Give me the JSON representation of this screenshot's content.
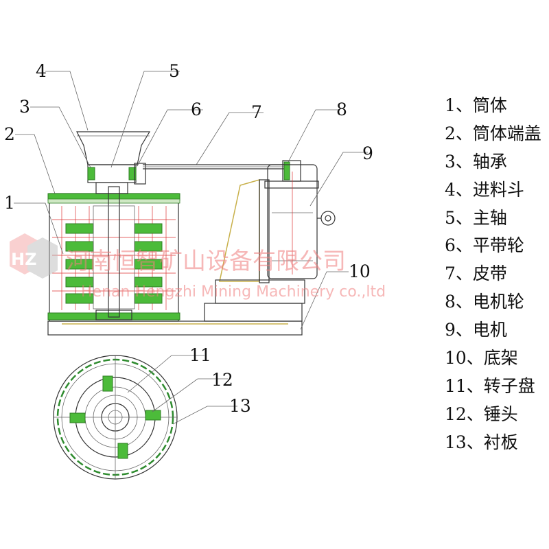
{
  "callouts": [
    "1",
    "2",
    "3",
    "4",
    "5",
    "6",
    "7",
    "8",
    "9",
    "10",
    "11",
    "12",
    "13"
  ],
  "legend": [
    "1、筒体",
    "2、筒体端盖",
    "3、轴承",
    "4、进料斗",
    "5、主轴",
    "6、平带轮",
    "7、皮带",
    "8、电机轮",
    "9、电机",
    "10、底架",
    "11、转子盘",
    "12、锤头",
    "13、衬板"
  ],
  "watermark": {
    "logo_letters": "HZ",
    "company_cn": "河南恒智矿山设备有限公司",
    "company_en": "Henan Hengzhi Mining Machinery co.,ltd"
  },
  "colors": {
    "green": "#4cbb3a",
    "yellow": "#c8b04a",
    "watermark_red": "#f07e7e"
  }
}
